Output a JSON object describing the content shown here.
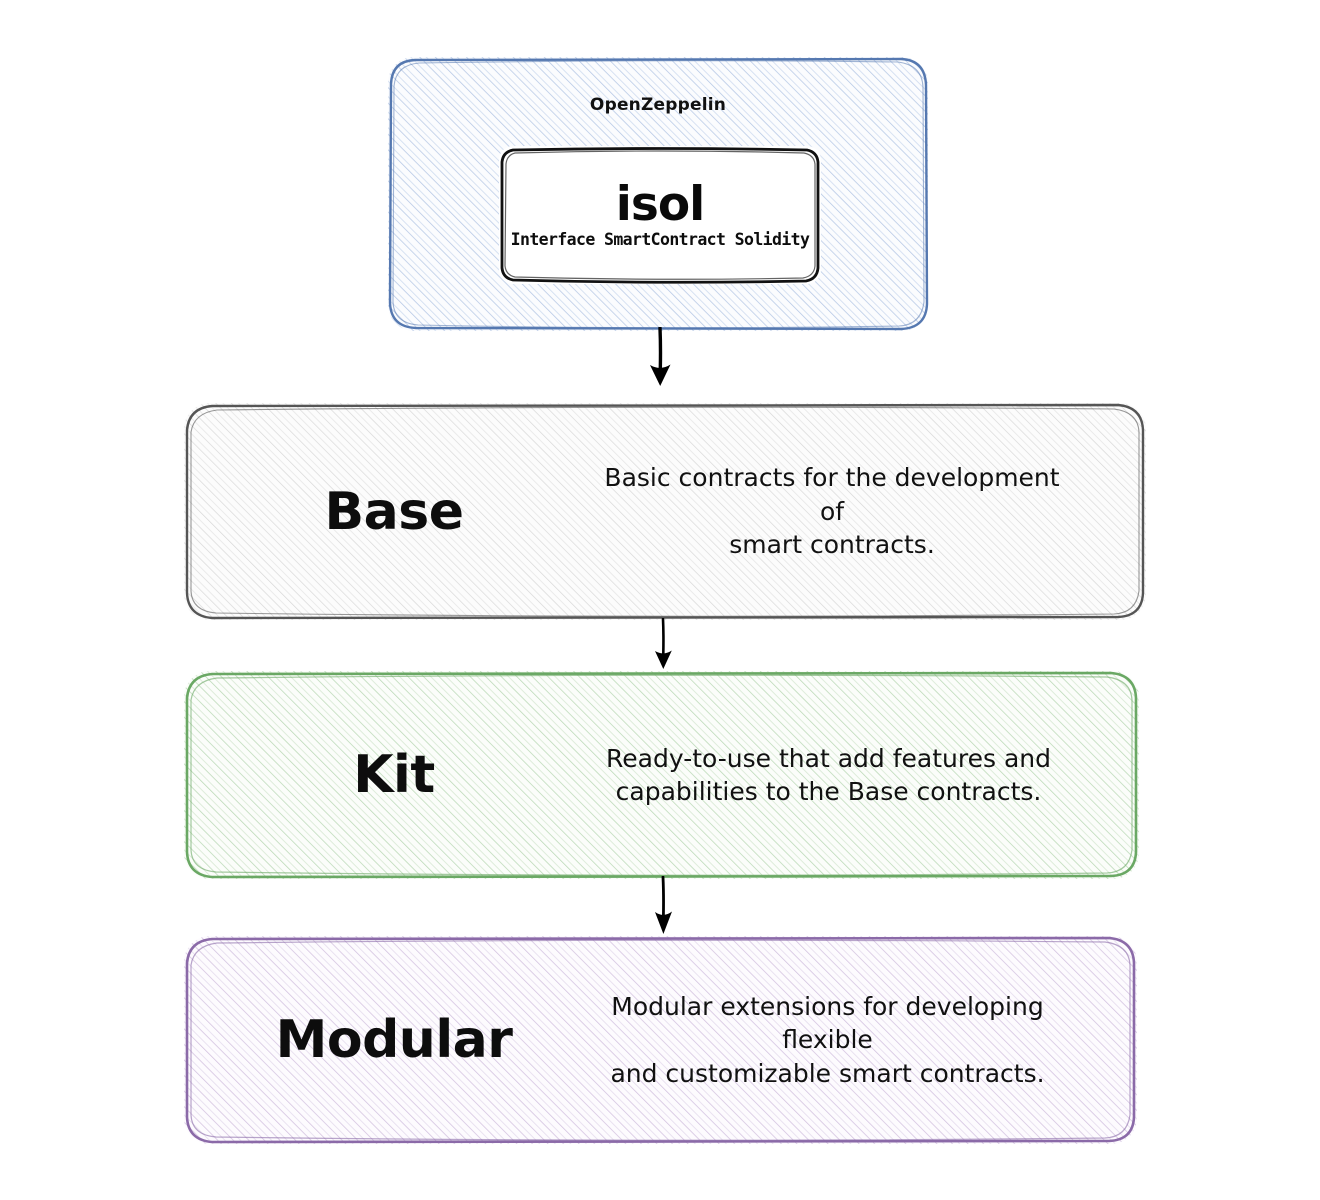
{
  "diagram": {
    "type": "flowchart",
    "direction": "top-to-bottom",
    "background_color": "#ffffff",
    "style": "hand-drawn-sketch"
  },
  "cluster": {
    "label": "OpenZeppelin",
    "border_color": "#5578b0",
    "fill_color": "#eef3fb",
    "hatch_color": "#9db6dd"
  },
  "node": {
    "name": "isol",
    "subtitle": "Interface SmartContract Solidity",
    "border_color": "#111111",
    "fill_color": "#ffffff"
  },
  "layers": [
    {
      "id": "base",
      "label": "Base",
      "description": "Basic contracts for the development of smart contracts.",
      "description_line1": "Basic contracts for the development of",
      "description_line2": "smart contracts.",
      "border_color": "#555555",
      "hatch_color": "#cccccc",
      "fill_color": "#fcfcfc"
    },
    {
      "id": "kit",
      "label": "Kit",
      "description": "Ready-to-use that add features and capabilities to the Base contracts.",
      "description_line1": "Ready-to-use that add features and",
      "description_line2": "capabilities to the Base contracts.",
      "border_color": "#6aa864",
      "hatch_color": "#a9ceA4",
      "fill_color": "#fbfdfa"
    },
    {
      "id": "modular",
      "label": "Modular",
      "description": "Modular extensions for developing flexible and customizable smart contracts.",
      "description_line1": "Modular extensions for developing flexible",
      "description_line2": "and customizable smart contracts.",
      "border_color": "#8b6aa8",
      "hatch_color": "#c3aed4",
      "fill_color": "#fdfbfe"
    }
  ],
  "connections": [
    {
      "id": "oz-to-base",
      "from": "OpenZeppelin",
      "to": "Base",
      "arrow_color": "#000000"
    },
    {
      "id": "base-to-kit",
      "from": "Base",
      "to": "Kit",
      "arrow_color": "#000000"
    },
    {
      "id": "kit-to-modular",
      "from": "Kit",
      "to": "Modular",
      "arrow_color": "#000000"
    }
  ]
}
